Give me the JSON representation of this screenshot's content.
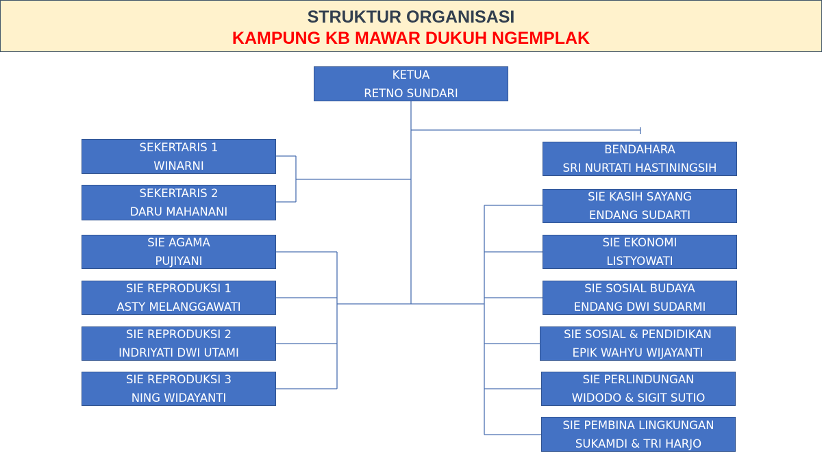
{
  "header": {
    "title": "STRUKTUR ORGANISASI",
    "subtitle": "KAMPUNG KB MAWAR DUKUH NGEMPLAK"
  },
  "nodes": {
    "ketua": {
      "role": "KETUA",
      "name": "RETNO SUNDARI"
    },
    "sekretaris1": {
      "role": "SEKERTARIS 1",
      "name": "WINARNI"
    },
    "sekretaris2": {
      "role": "SEKERTARIS 2",
      "name": "DARU MAHANANI"
    },
    "agama": {
      "role": "SIE AGAMA",
      "name": "PUJIYANI"
    },
    "reproduksi1": {
      "role": "SIE REPRODUKSI 1",
      "name": "ASTY MELANGGAWATI"
    },
    "reproduksi2": {
      "role": "SIE REPRODUKSI 2",
      "name": "INDRIYATI DWI UTAMI"
    },
    "reproduksi3": {
      "role": "SIE REPRODUKSI 3",
      "name": "NING WIDAYANTI"
    },
    "bendahara": {
      "role": "BENDAHARA",
      "name": "SRI NURTATI HASTININGSIH"
    },
    "kasih": {
      "role": "SIE KASIH SAYANG",
      "name": "ENDANG SUDARTI"
    },
    "ekonomi": {
      "role": "SIE EKONOMI",
      "name": "LISTYOWATI"
    },
    "sosbud": {
      "role": "SIE SOSIAL BUDAYA",
      "name": "ENDANG DWI SUDARMI"
    },
    "sospend": {
      "role": "SIE SOSIAL & PENDIDIKAN",
      "name": "EPIK WAHYU WIJAYANTI"
    },
    "perlindungan": {
      "role": "SIE PERLINDUNGAN",
      "name": "WIDODO & SIGIT SUTIO"
    },
    "pembina": {
      "role": "SIE PEMBINA LINGKUNGAN",
      "name": "SUKAMDI & TRI HARJO"
    }
  },
  "colors": {
    "box": "#4472c4",
    "line": "#4a6fb0",
    "header_bg": "#fff2cc",
    "title": "#323f4f",
    "subtitle": "#ff0000"
  }
}
